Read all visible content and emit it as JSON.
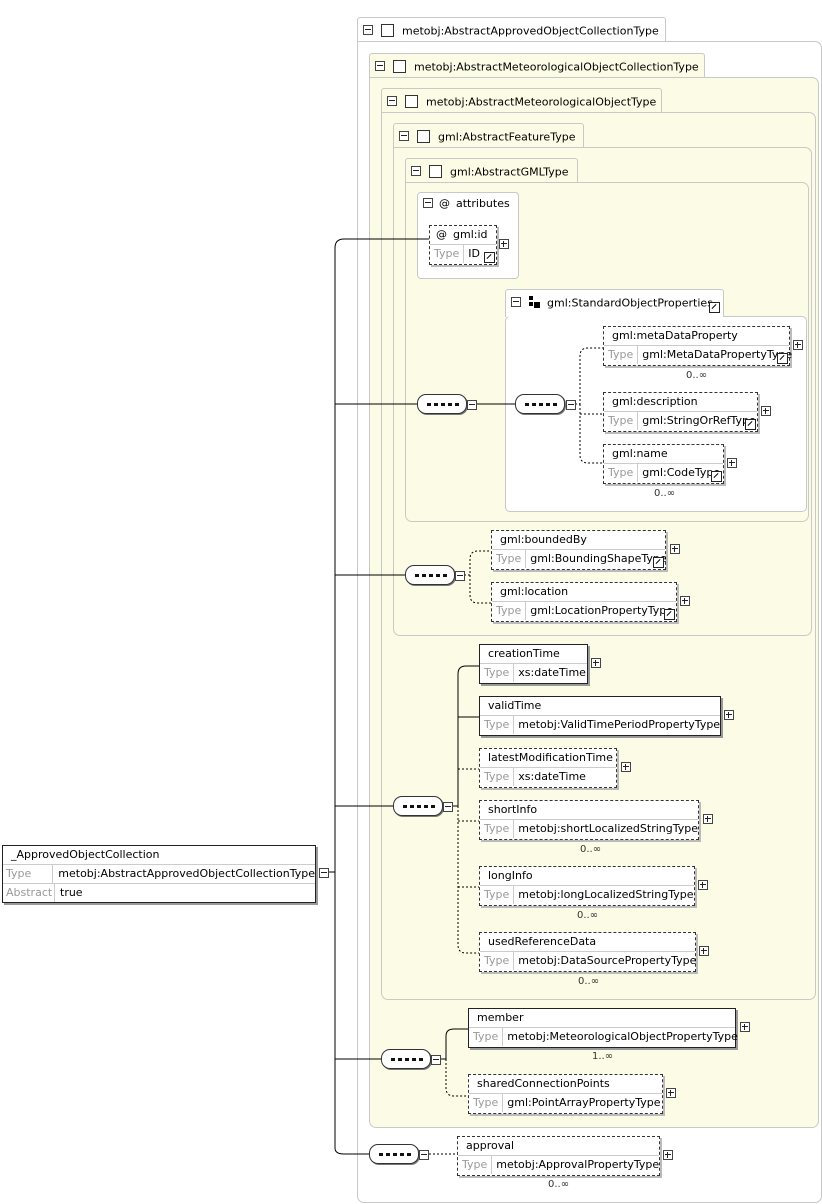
{
  "root": {
    "name": "_ApprovedObjectCollection",
    "type_label": "Type",
    "type_value": "metobj:AbstractApprovedObjectCollectionType",
    "abstract_label": "Abstract",
    "abstract_value": "true"
  },
  "types": {
    "t1": "metobj:AbstractApprovedObjectCollectionType",
    "t2": "metobj:AbstractMeteorologicalObjectCollectionType",
    "t3": "metobj:AbstractMeteorologicalObjectType",
    "t4": "gml:AbstractFeatureType",
    "t5": "gml:AbstractGMLType"
  },
  "attributes": {
    "header": "attributes",
    "at_symbol": "@",
    "id_name": "gml:id",
    "id_type_label": "Type",
    "id_type_value": "ID"
  },
  "group": {
    "name": "gml:StandardObjectProperties"
  },
  "elements": {
    "metaDataProperty": {
      "name": "gml:metaDataProperty",
      "type_label": "Type",
      "type": "gml:MetaDataPropertyType",
      "card": "0..∞"
    },
    "description": {
      "name": "gml:description",
      "type_label": "Type",
      "type": "gml:StringOrRefType"
    },
    "gname": {
      "name": "gml:name",
      "type_label": "Type",
      "type": "gml:CodeType",
      "card": "0..∞"
    },
    "boundedBy": {
      "name": "gml:boundedBy",
      "type_label": "Type",
      "type": "gml:BoundingShapeType"
    },
    "location": {
      "name": "gml:location",
      "type_label": "Type",
      "type": "gml:LocationPropertyType"
    },
    "creationTime": {
      "name": "creationTime",
      "type_label": "Type",
      "type": "xs:dateTime"
    },
    "validTime": {
      "name": "validTime",
      "type_label": "Type",
      "type": "metobj:ValidTimePeriodPropertyType"
    },
    "latestModificationTime": {
      "name": "latestModificationTime",
      "type_label": "Type",
      "type": "xs:dateTime"
    },
    "shortInfo": {
      "name": "shortInfo",
      "type_label": "Type",
      "type": "metobj:shortLocalizedStringType",
      "card": "0..∞"
    },
    "longInfo": {
      "name": "longInfo",
      "type_label": "Type",
      "type": "metobj:longLocalizedStringType",
      "card": "0..∞"
    },
    "usedReferenceData": {
      "name": "usedReferenceData",
      "type_label": "Type",
      "type": "metobj:DataSourcePropertyType",
      "card": "0..∞"
    },
    "member": {
      "name": "member",
      "type_label": "Type",
      "type": "metobj:MeteorologicalObjectPropertyType",
      "card": "1..∞"
    },
    "sharedConnectionPoints": {
      "name": "sharedConnectionPoints",
      "type_label": "Type",
      "type": "gml:PointArrayPropertyType"
    },
    "approval": {
      "name": "approval",
      "type_label": "Type",
      "type": "metobj:ApprovalPropertyType",
      "card": "0..∞"
    }
  }
}
